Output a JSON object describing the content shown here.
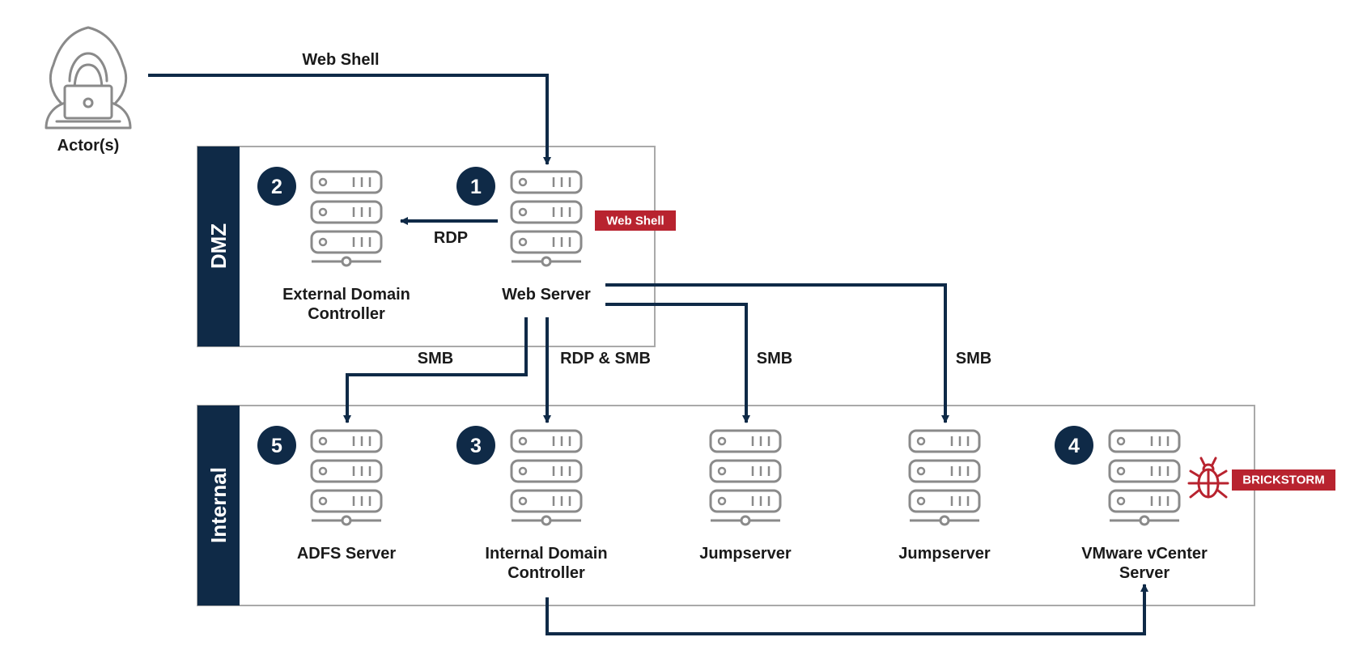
{
  "colors": {
    "navy": "#0f2a47",
    "red": "#b8232f",
    "icon_gray": "#8a8a8a",
    "zone_border": "#a9a9a9"
  },
  "zones": {
    "dmz": "DMZ",
    "internal": "Internal"
  },
  "actor": {
    "label": "Actor(s)",
    "icon": "hooded-hacker-icon"
  },
  "nodes": {
    "web_server": {
      "number": "1",
      "line1": "Web Server",
      "line2": "",
      "icon": "server-icon"
    },
    "external_dc": {
      "number": "2",
      "line1": "External Domain",
      "line2": "Controller",
      "icon": "server-icon"
    },
    "internal_dc": {
      "number": "3",
      "line1": "Internal Domain",
      "line2": "Controller",
      "icon": "server-icon"
    },
    "vcenter": {
      "number": "4",
      "line1": "VMware vCenter",
      "line2": "Server",
      "icon": "server-icon"
    },
    "adfs": {
      "number": "5",
      "line1": "ADFS Server",
      "line2": "",
      "icon": "server-icon"
    },
    "jumpserver_a": {
      "line1": "Jumpserver",
      "icon": "server-icon"
    },
    "jumpserver_b": {
      "line1": "Jumpserver",
      "icon": "server-icon"
    }
  },
  "badges": {
    "web_shell": "Web Shell",
    "brickstorm": "BRICKSTORM",
    "bug_icon": "bug-icon"
  },
  "edges": {
    "actor_to_web": "Web Shell",
    "web_to_extdc": "RDP",
    "web_to_adfs": "SMB",
    "web_to_intdc": "RDP & SMB",
    "web_to_jump_a": "SMB",
    "web_to_jump_b": "SMB"
  }
}
